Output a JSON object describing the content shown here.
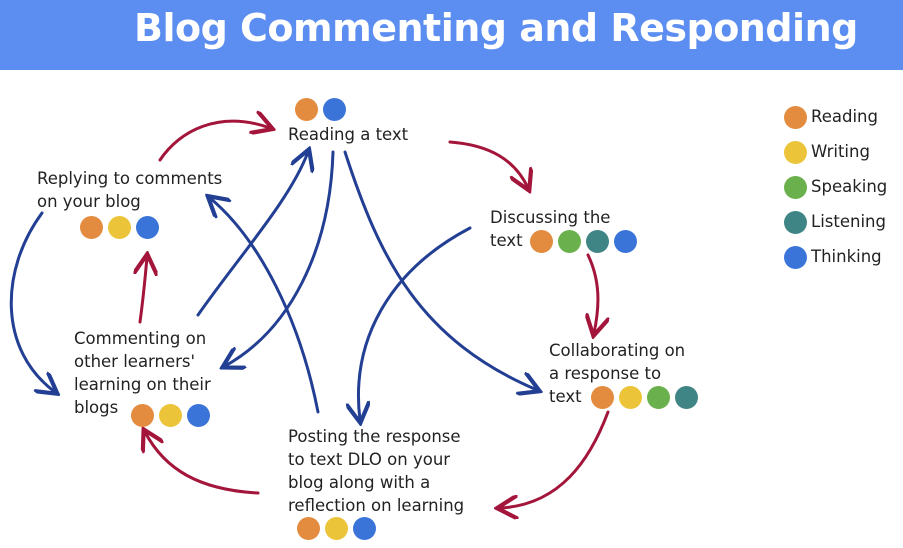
{
  "title": "Blog Commenting and Responding",
  "colors": {
    "banner": "#5b8ef0",
    "reading": "#e38b3f",
    "writing": "#ecc43a",
    "speaking": "#6ab04c",
    "listening": "#3f8585",
    "thinking": "#3b74d9",
    "arrow_blue": "#233f94",
    "arrow_red": "#a3153a"
  },
  "legend": [
    {
      "label": "Reading",
      "color": "#e38b3f"
    },
    {
      "label": "Writing",
      "color": "#ecc43a"
    },
    {
      "label": "Speaking",
      "color": "#6ab04c"
    },
    {
      "label": "Listening",
      "color": "#3f8585"
    },
    {
      "label": "Thinking",
      "color": "#3b74d9"
    }
  ],
  "nodes": {
    "reading": {
      "lines": [
        "Reading a text"
      ],
      "skills": [
        "reading",
        "thinking"
      ]
    },
    "discussing": {
      "lines": [
        "Discussing the",
        "text"
      ],
      "skills": [
        "reading",
        "speaking",
        "listening",
        "thinking"
      ]
    },
    "collaborating": {
      "lines": [
        "Collaborating on",
        "a response to",
        "text"
      ],
      "skills": [
        "reading",
        "writing",
        "speaking",
        "listening"
      ]
    },
    "posting": {
      "lines": [
        "Posting the response",
        "to text DLO on your",
        "blog along with a",
        "reflection on learning"
      ],
      "skills": [
        "reading",
        "writing",
        "thinking"
      ]
    },
    "commenting": {
      "lines": [
        "Commenting on",
        "other learners'",
        "learning on their",
        "blogs"
      ],
      "skills": [
        "reading",
        "writing",
        "thinking"
      ]
    },
    "replying": {
      "lines": [
        "Replying to comments",
        "on your blog"
      ],
      "skills": [
        "reading",
        "writing",
        "thinking"
      ]
    }
  }
}
